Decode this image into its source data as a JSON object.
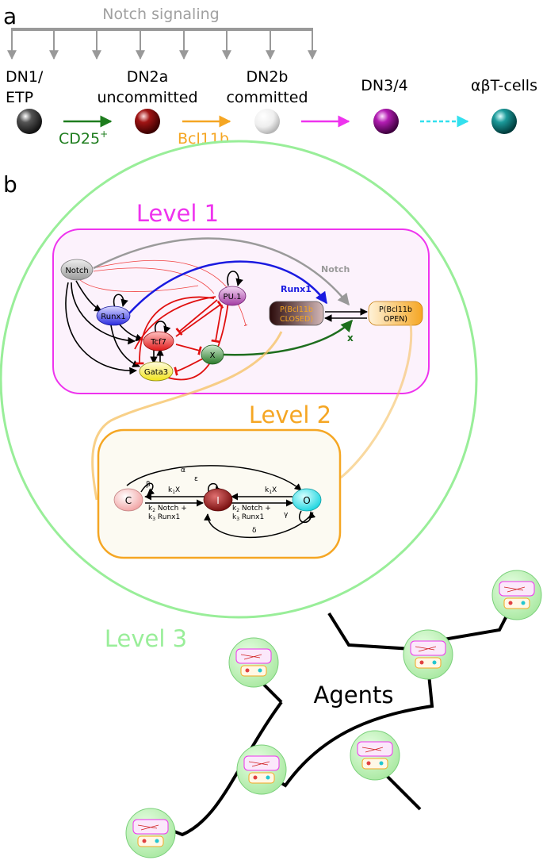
{
  "panel_a": {
    "letter": "a",
    "notch_label": "Notch signaling",
    "stages": [
      {
        "line1": "DN1/",
        "line2": "ETP",
        "color": "#3a3a3a"
      },
      {
        "line1": "DN2a",
        "line2": "uncommitted",
        "color": "#8a0e0e"
      },
      {
        "line1": "DN2b",
        "line2": "committed",
        "color": "#e6e6e6"
      },
      {
        "line1": "DN3/4",
        "line2": "",
        "color": "#a31aa3"
      },
      {
        "line1": "αβT-cells",
        "line2": "",
        "color": "#1b8f8f"
      }
    ],
    "transitions": [
      {
        "label": "CD25",
        "sup": "+",
        "color": "#1e7d1e"
      },
      {
        "label": "Bcl11b",
        "sup": "",
        "color": "#f5a623"
      },
      {
        "label": "",
        "sup": "",
        "color": "#ee33ee"
      },
      {
        "label": "",
        "sup": "",
        "color": "#33e0ee"
      }
    ]
  },
  "panel_b": {
    "letter": "b",
    "level1": {
      "title": "Level 1",
      "nodes": {
        "notch": "Notch",
        "runx1": "Runx1",
        "pu1": "PU.1",
        "tcf7": "Tcf7",
        "gata3": "Gata3",
        "x": "X"
      },
      "closed_line1": "P(Bcl11b",
      "closed_line2": "CLOSED)",
      "open_line1": "P(Bcl11b",
      "open_line2": "OPEN)",
      "edge_notch": "Notch",
      "edge_runx1": "Runx1",
      "edge_x": "x"
    },
    "level2": {
      "title": "Level 2",
      "states": {
        "c": "C",
        "i": "I",
        "o": "O"
      },
      "rates": {
        "alpha": "α",
        "beta": "β",
        "epsilon": "ε",
        "gamma": "γ",
        "delta": "δ",
        "k1x": "k",
        "k1x_sub": "1",
        "k1x_tail": "X",
        "k2_base": "k",
        "k2_sub": "2",
        "k2_tail": " Notch +",
        "k3_base": "k",
        "k3_sub": "3",
        "k3_tail": " Runx1"
      }
    },
    "level3": {
      "title": "Level 3",
      "agents_label": "Agents"
    }
  }
}
